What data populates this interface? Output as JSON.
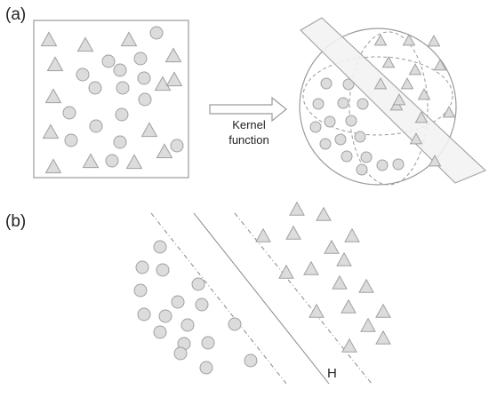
{
  "panels": {
    "a_label": "(a)",
    "b_label": "(b)"
  },
  "arrow": {
    "line1": "Kernel",
    "line2": "function"
  },
  "hyperplane": {
    "label": "H"
  },
  "colors": {
    "marker_fill": "#dcdcdc",
    "marker_stroke": "#a0a0a0",
    "frame_stroke": "#9a9a9a",
    "line_stroke": "#888888",
    "plane_fill": "#f2f2f2"
  },
  "icons": {
    "circle": "circle-sample",
    "triangle": "triangle-sample"
  }
}
